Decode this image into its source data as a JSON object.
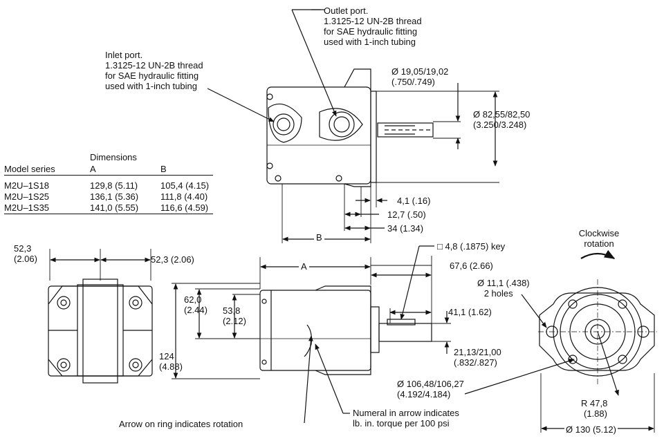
{
  "callouts": {
    "outlet_port": [
      "Outlet port.",
      "1.3125-12 UN-2B thread",
      "for SAE hydraulic fitting",
      "used with 1-inch tubing"
    ],
    "inlet_port": [
      "Inlet port.",
      "1.3125-12 UN-2B thread",
      "for SAE hydraulic fitting",
      "used with 1-inch tubing"
    ],
    "arrow_on_ring": "Arrow on ring indicates rotation",
    "numeral_in_arrow": [
      "Numeral in arrow indicates",
      "lb. in. torque per 100 psi"
    ],
    "clockwise_rotation": [
      "Clockwise",
      "rotation"
    ],
    "key": "□ 4,8 (.1875) key",
    "mount_holes": [
      "Ø 11,1 (.438)",
      "2 holes"
    ]
  },
  "dimensions": {
    "shaft_diameter": [
      "Ø 19,05/19,02",
      "(.750/.749)"
    ],
    "pilot_diameter": [
      "Ø 82,55/82,50",
      "(3.250/3.248)"
    ],
    "d_4_1": "4,1 (.16)",
    "d_12_7": "12,7 (.50)",
    "d_34": "34 (1.34)",
    "label_B": "B",
    "label_A": "A",
    "d_52_3_left": [
      "52,3",
      "(2.06)"
    ],
    "d_52_3_right": "52,3 (2.06)",
    "d_67_6": "67,6 (2.66)",
    "d_62_0": [
      "62,0",
      "(2.44)"
    ],
    "d_53_8": [
      "53,8",
      "(2.12)"
    ],
    "d_124": [
      "124",
      "(4.88)"
    ],
    "d_41_1": "41,1 (1.62)",
    "d_21_13": [
      "21,13/21,00",
      "(.832/.827)"
    ],
    "d_106_48": [
      "Ø 106,48/106,27",
      "(4.192/4.184)"
    ],
    "d_r47_8": [
      "R 47,8",
      "(1.88)"
    ],
    "d_130": "Ø 130 (5.12)"
  },
  "table": {
    "dimensions_header": "Dimensions",
    "columns": [
      "Model series",
      "A",
      "B"
    ],
    "rows": [
      [
        "M2U–1S18",
        "129,8 (5.11)",
        "105,4 (4.15)"
      ],
      [
        "M2U–1S25",
        "136,1 (5.36)",
        "111,8 (4.40)"
      ],
      [
        "M2U–1S35",
        "141,0 (5.55)",
        "116,6 (4.59)"
      ]
    ]
  }
}
